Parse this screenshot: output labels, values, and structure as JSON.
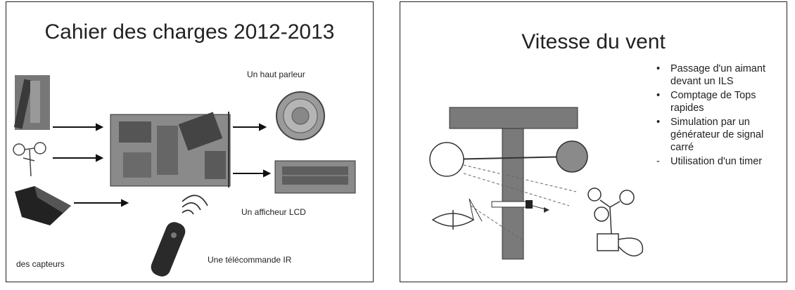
{
  "slide1": {
    "title": "Cahier des charges 2012-2013",
    "labels": {
      "speaker": "Un haut parleur",
      "lcd": "Un afficheur LCD",
      "remote": "Une télécommande IR",
      "sensors": "des capteurs"
    }
  },
  "slide2": {
    "title": "Vitesse du vent",
    "bullets": [
      {
        "mark": "•",
        "text": "Passage d'un aimant devant un ILS"
      },
      {
        "mark": "•",
        "text": "Comptage de Tops rapides"
      },
      {
        "mark": "•",
        "text": "Simulation par un générateur de signal carré"
      },
      {
        "mark": "-",
        "text": "Utilisation d'un timer"
      }
    ]
  }
}
